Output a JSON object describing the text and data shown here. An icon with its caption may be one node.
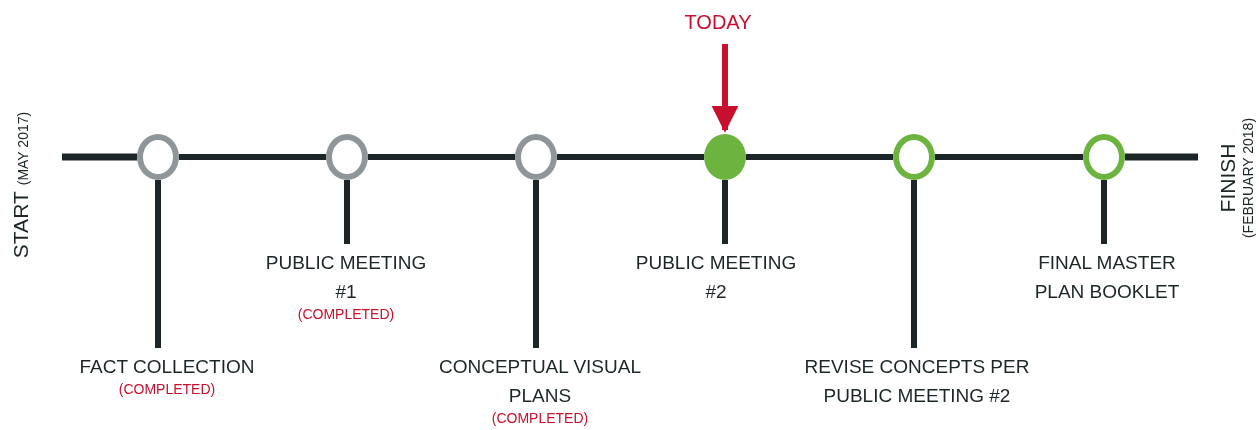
{
  "diagram": {
    "nodes": [
      {
        "text": [],
        "shape": "circle"
      },
      {
        "text": [],
        "shape": "circle"
      },
      {
        "text": [],
        "shape": "circle"
      },
      {
        "text": [],
        "shape": "circle"
      },
      {
        "text": [],
        "shape": "circle"
      },
      {
        "text": [],
        "shape": "circle"
      },
      {
        "text": [
          "FACT COLLECTION",
          "(COMPLETED)"
        ]
      },
      {
        "text": [
          "PUBLIC MEETING #1",
          "(COMPLETED)"
        ]
      },
      {
        "text": [
          "CONCEPTUAL VISUAL PLANS",
          "(COMPLETED)"
        ]
      },
      {
        "text": [
          "PUBLIC MEETING #2"
        ]
      },
      {
        "text": [
          "REVISE CONCEPTS PER PUBLIC MEETING #2"
        ]
      },
      {
        "text": [
          "FINAL MASTER PLAN BOOKLET"
        ]
      },
      {
        "text": [
          "TODAY"
        ]
      }
    ],
    "edges": [
      {
        "from": 0,
        "to": 1,
        "arrow": "none"
      },
      {
        "from": 1,
        "to": 2,
        "arrow": "none"
      },
      {
        "from": 2,
        "to": 3,
        "arrow": "none"
      },
      {
        "from": 3,
        "to": 4,
        "arrow": "none"
      },
      {
        "from": 4,
        "to": 5,
        "arrow": "none"
      },
      {
        "from": 0,
        "to": 6,
        "arrow": "none"
      },
      {
        "from": 1,
        "to": 7,
        "arrow": "none"
      },
      {
        "from": 2,
        "to": 8,
        "arrow": "none"
      },
      {
        "from": 3,
        "to": 9,
        "arrow": "none"
      },
      {
        "from": 4,
        "to": 10,
        "arrow": "none"
      },
      {
        "from": 5,
        "to": 11,
        "arrow": "none"
      },
      {
        "from": 12,
        "to": 3,
        "arrow": "to",
        "color": "#c8102e"
      }
    ],
    "labels": [
      "START",
      "(MAY 2017)",
      "FINISH",
      "(FEBRUARY 2018)"
    ]
  }
}
